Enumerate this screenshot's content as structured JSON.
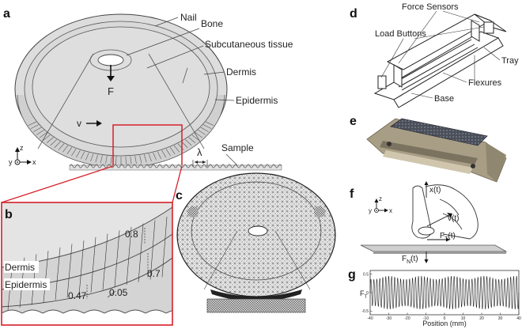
{
  "panels": {
    "a": "a",
    "b": "b",
    "c": "c",
    "d": "d",
    "e": "e",
    "f": "f",
    "g": "g"
  },
  "panel_a": {
    "nail": "Nail",
    "bone": "Bone",
    "subcutaneous": "Subcutaneous tissue",
    "dermis": "Dermis",
    "epidermis": "Epidermis",
    "force": "F",
    "velocity": "v",
    "wavelength": "λ",
    "sample": "Sample",
    "axis_z": "z",
    "axis_x": "x",
    "axis_y": "y"
  },
  "panel_b": {
    "dermis": "Dermis",
    "epidermis": "Epidermis",
    "d08": "0.8",
    "d07": "0.7",
    "d047": "0.47",
    "d005": "0.05"
  },
  "panel_d": {
    "force_sensors": "Force Sensors",
    "load_buttons": "Load Buttons",
    "tray": "Tray",
    "flexures": "Flexures",
    "base": "Base"
  },
  "panel_f": {
    "axis_z": "z",
    "axis_x": "x",
    "axis_y": "y",
    "xt": "x(t)",
    "vt": "v(t)",
    "ft": "F",
    "ft_sub": "T",
    "ft_tail": "(t)",
    "fn": "F",
    "fn_sub": "N",
    "fn_tail": "(t)"
  },
  "chart_data": {
    "type": "line",
    "title": "",
    "xlabel": "Position (mm)",
    "ylabel": "F",
    "ylabel_sub": "T",
    "xlim": [
      -40,
      40
    ],
    "ylim": [
      -0.6,
      0.6
    ],
    "xticks": [
      -40,
      -30,
      -20,
      -10,
      0,
      10,
      20,
      30,
      40
    ],
    "yticks": [
      -0.5,
      0,
      0.5
    ],
    "series": [
      {
        "period_mm": 1.6,
        "amplitude": 0.45,
        "color": "#222222"
      }
    ]
  }
}
